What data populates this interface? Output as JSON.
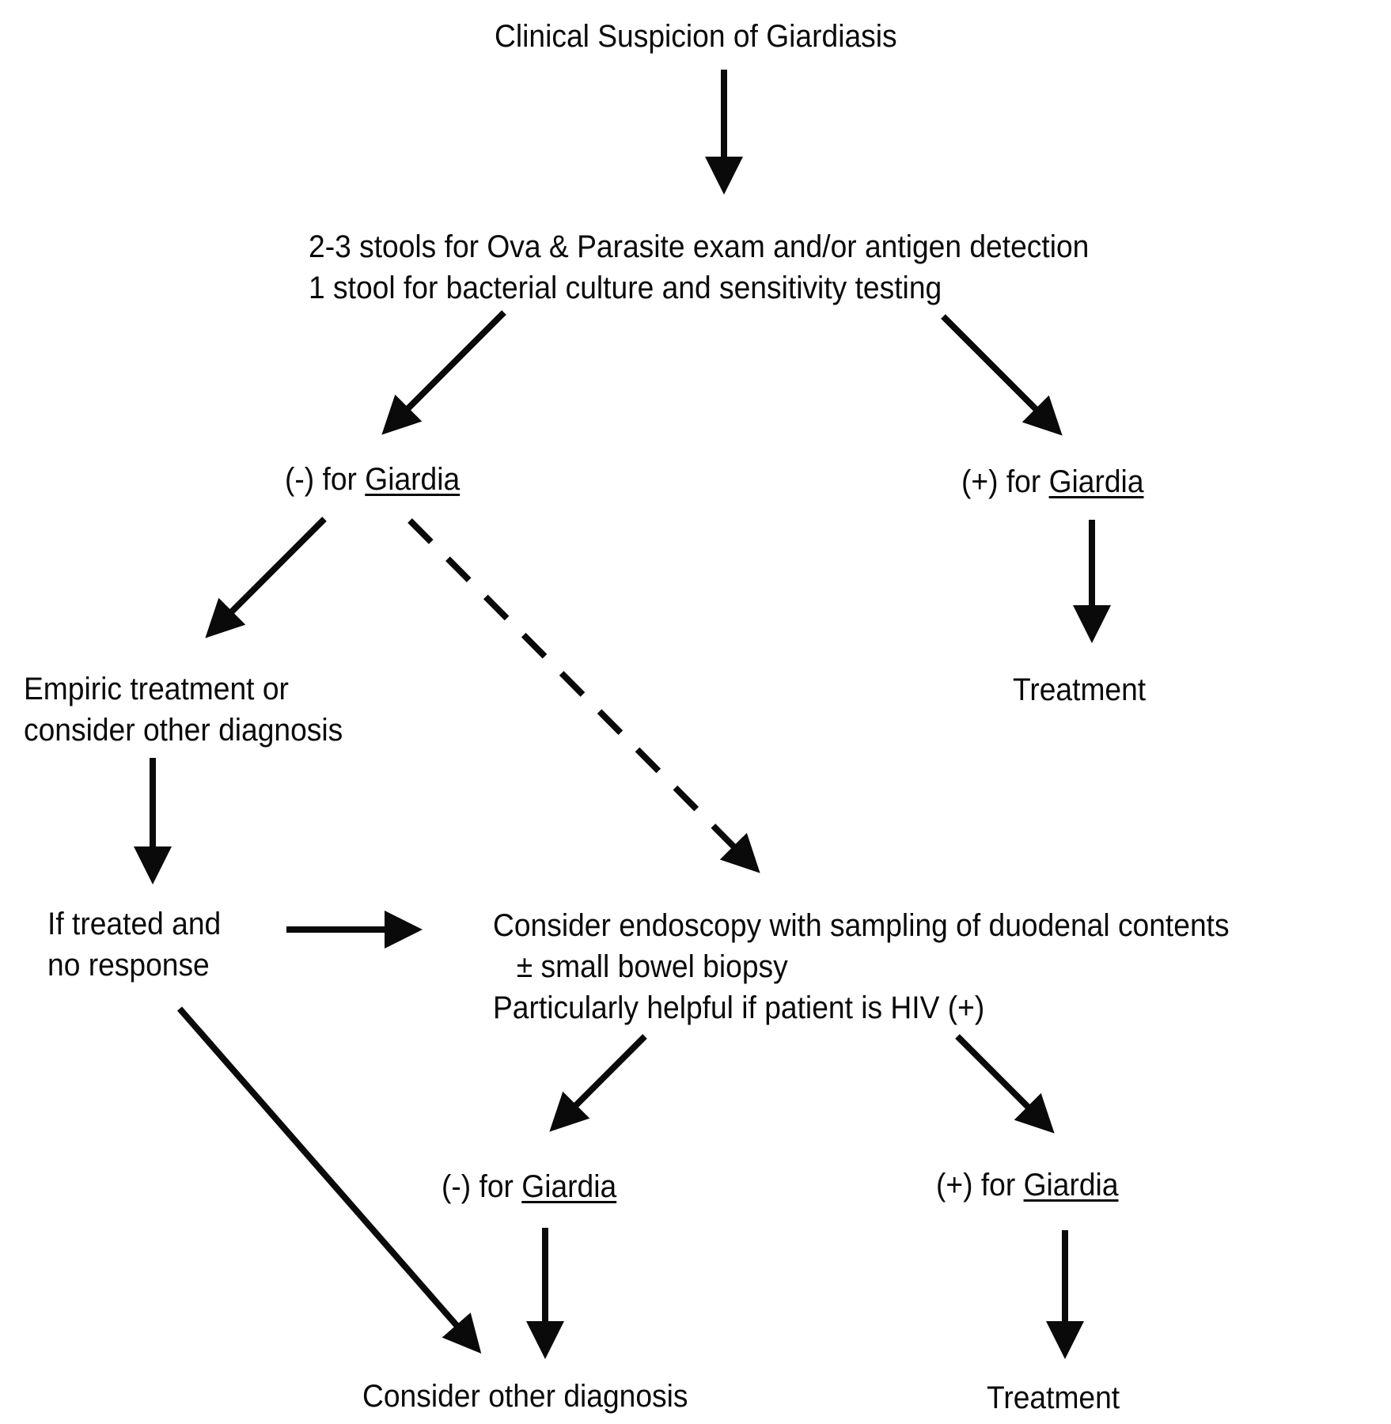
{
  "diagram": {
    "type": "flowchart",
    "nodes": {
      "start": {
        "lines": [
          "Clinical Suspicion of Giardiasis"
        ]
      },
      "stool_tests": {
        "lines": [
          "2-3 stools for Ova & Parasite exam and/or antigen detection",
          "1 stool for bacterial culture and sensitivity testing"
        ]
      },
      "neg1": {
        "prefix": "(-) for ",
        "organism": "Giardia"
      },
      "pos1": {
        "prefix": "(+) for ",
        "organism": "Giardia"
      },
      "treatment1": {
        "lines": [
          "Treatment"
        ]
      },
      "empiric": {
        "lines": [
          "Empiric treatment or",
          "consider other diagnosis"
        ]
      },
      "no_response": {
        "lines": [
          "If treated and",
          "no response"
        ]
      },
      "endoscopy": {
        "lines": [
          "Consider endoscopy with sampling of duodenal contents",
          "± small bowel biopsy",
          "Particularly helpful if patient is HIV (+)"
        ]
      },
      "neg2": {
        "prefix": "(-) for ",
        "organism": "Giardia"
      },
      "pos2": {
        "prefix": "(+) for ",
        "organism": "Giardia"
      },
      "other_dx": {
        "lines": [
          "Consider other diagnosis"
        ]
      },
      "treatment2": {
        "lines": [
          "Treatment"
        ]
      }
    },
    "edges": [
      {
        "from": "start",
        "to": "stool_tests",
        "style": "solid"
      },
      {
        "from": "stool_tests",
        "to": "neg1",
        "style": "solid"
      },
      {
        "from": "stool_tests",
        "to": "pos1",
        "style": "solid"
      },
      {
        "from": "pos1",
        "to": "treatment1",
        "style": "solid"
      },
      {
        "from": "neg1",
        "to": "empiric",
        "style": "solid"
      },
      {
        "from": "neg1",
        "to": "endoscopy",
        "style": "dashed"
      },
      {
        "from": "empiric",
        "to": "no_response",
        "style": "solid"
      },
      {
        "from": "no_response",
        "to": "endoscopy",
        "style": "solid"
      },
      {
        "from": "no_response",
        "to": "other_dx",
        "style": "solid"
      },
      {
        "from": "endoscopy",
        "to": "neg2",
        "style": "solid"
      },
      {
        "from": "endoscopy",
        "to": "pos2",
        "style": "solid"
      },
      {
        "from": "neg2",
        "to": "other_dx",
        "style": "solid"
      },
      {
        "from": "pos2",
        "to": "treatment2",
        "style": "solid"
      }
    ],
    "colors": {
      "ink": "#0a0a0a",
      "background": "#ffffff"
    }
  }
}
